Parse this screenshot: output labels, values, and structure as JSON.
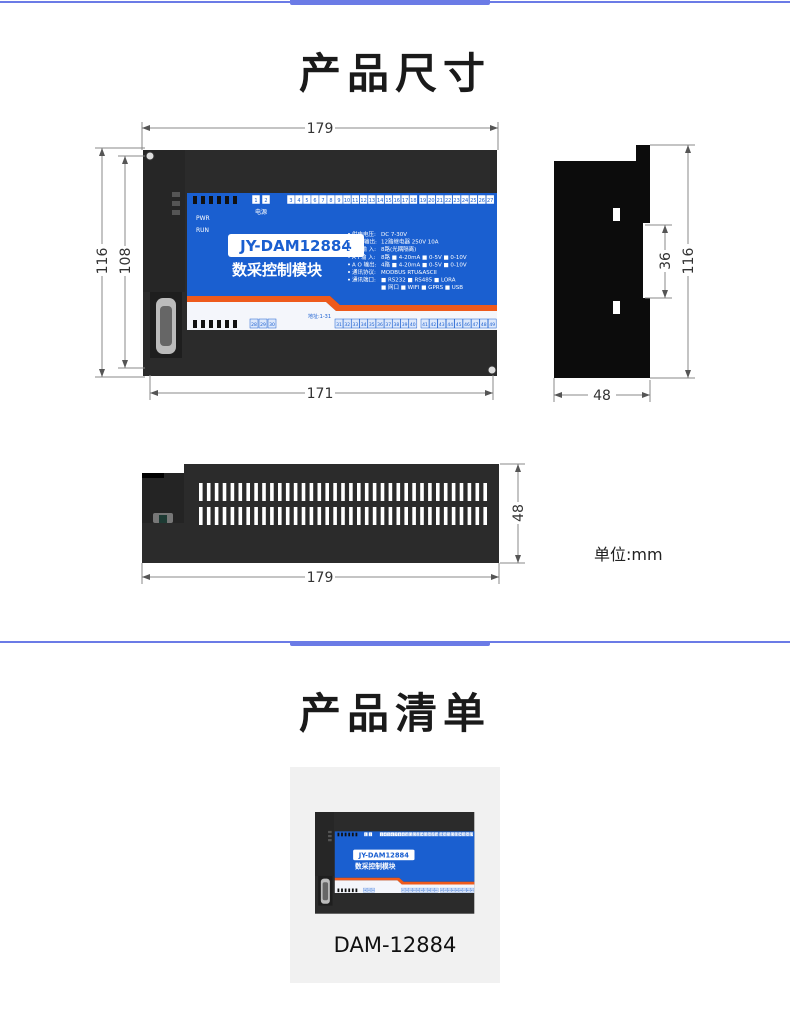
{
  "sections": {
    "dimensions_title": "产品尺寸",
    "list_title": "产品清单"
  },
  "dimensions": {
    "front_width_overall": "179",
    "front_width_mount": "171",
    "front_height_overall": "116",
    "front_height_mount": "108",
    "side_depth": "48",
    "side_height": "116",
    "side_rail": "36",
    "bottom_width": "179",
    "bottom_depth": "48",
    "unit_label": "单位:mm"
  },
  "module": {
    "model": "JY-DAM12884",
    "name": "数采控制模块",
    "power_label": "电源",
    "led_pwr": "PWR",
    "led_run": "RUN",
    "address_label": "地址:1-31",
    "specs": [
      {
        "key": "供电电压:",
        "value": "DC 7-30V"
      },
      {
        "key": "D O 输出:",
        "value": "12路继电器 250V 10A"
      },
      {
        "key": "D I 输 入:",
        "value": "8路(光耦隔离)"
      },
      {
        "key": "A I 输 入:",
        "value": "8路 ■ 4-20mA ■ 0-5V ■ 0-10V"
      },
      {
        "key": "A O 输出:",
        "value": "4路 ■ 4-20mA ■ 0-5V ■ 0-10V"
      },
      {
        "key": "通讯协议:",
        "value": "MODBUS  RTU&ASCII"
      },
      {
        "key": "通讯端口:",
        "value": "■ RS232  ■ RS485  ■ LORA"
      },
      {
        "key": "",
        "value": "■ 网口   ■ WIFI   ■ GPRS  ■ USB"
      }
    ],
    "terminals_top": [
      "1",
      "2",
      "3",
      "4",
      "5",
      "6",
      "7",
      "8",
      "9",
      "10",
      "11",
      "12",
      "13",
      "14",
      "15",
      "16",
      "17",
      "18",
      "19",
      "20",
      "21",
      "22",
      "23",
      "24",
      "25",
      "26",
      "27"
    ],
    "terminals_bottom": [
      "28",
      "29",
      "30",
      "31",
      "32",
      "33",
      "34",
      "35",
      "36",
      "37",
      "38",
      "39",
      "40",
      "41",
      "42",
      "43",
      "44",
      "45",
      "46",
      "47",
      "48",
      "49"
    ],
    "colors": {
      "panel_blue": "#1a5fd0",
      "accent_orange": "#ee5a1c",
      "housing": "#2a2a2a"
    }
  },
  "product_list": {
    "item_label": "DAM-12884"
  },
  "colors": {
    "accent": "#6b7be6",
    "dimension_line": "#888888"
  }
}
